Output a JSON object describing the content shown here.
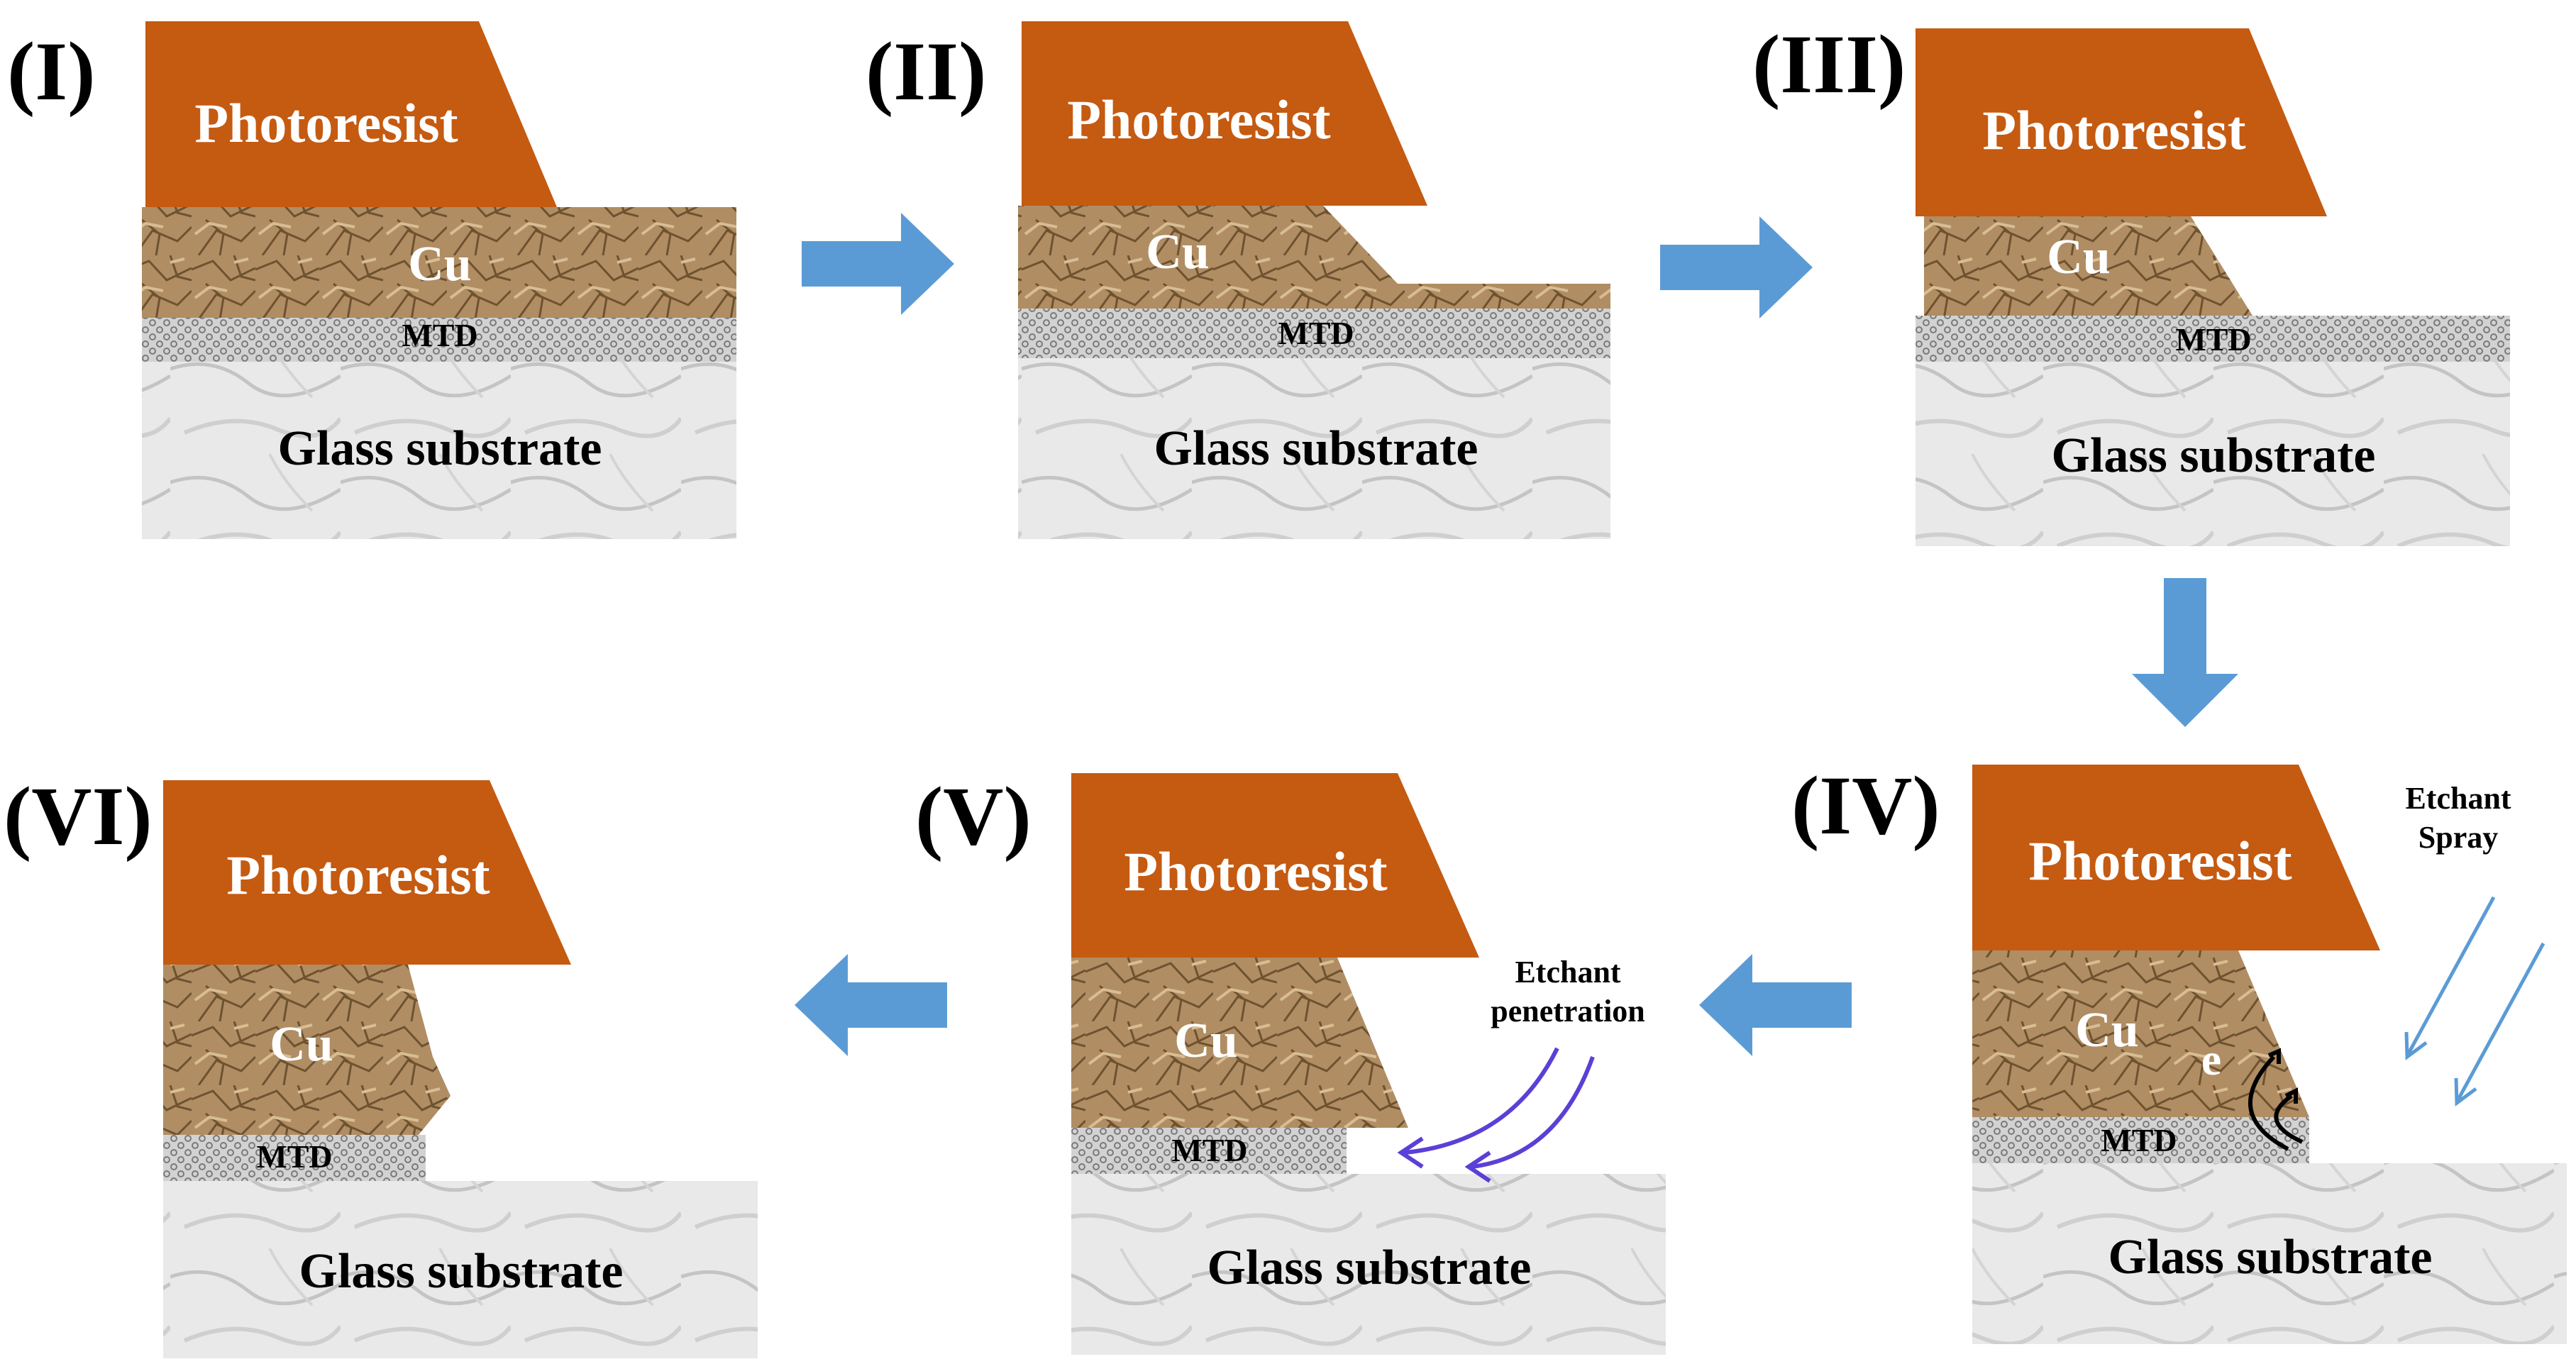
{
  "stages": [
    {
      "id": "I",
      "label": "(I)"
    },
    {
      "id": "II",
      "label": "(II)"
    },
    {
      "id": "III",
      "label": "(III)"
    },
    {
      "id": "IV",
      "label": "(IV)"
    },
    {
      "id": "V",
      "label": "(V)"
    },
    {
      "id": "VI",
      "label": "(VI)"
    }
  ],
  "layers": {
    "photoresist": "Photoresist",
    "copper": "Cu",
    "mtd": "MTD",
    "glass": "Glass substrate"
  },
  "annotations": {
    "etchant_spray_line1": "Etchant",
    "etchant_spray_line2": "Spray",
    "etchant_penetration_line1": "Etchant",
    "etchant_penetration_line2": "penetration",
    "electron": "e"
  },
  "colors": {
    "photoresist": "#c55a11",
    "copper": "#b08d63",
    "mtd": "#c9c9c9",
    "glass": "#e6e6e6",
    "process_arrow": "#5b9bd5",
    "spray_arrow": "#5b9bd5",
    "penetration_arrow": "#5b3fd6"
  },
  "icons": {
    "process_arrow": "block-arrow-icon",
    "spray_arrow": "thin-arrow-icon",
    "penetration_arrow": "curved-arrow-icon"
  }
}
